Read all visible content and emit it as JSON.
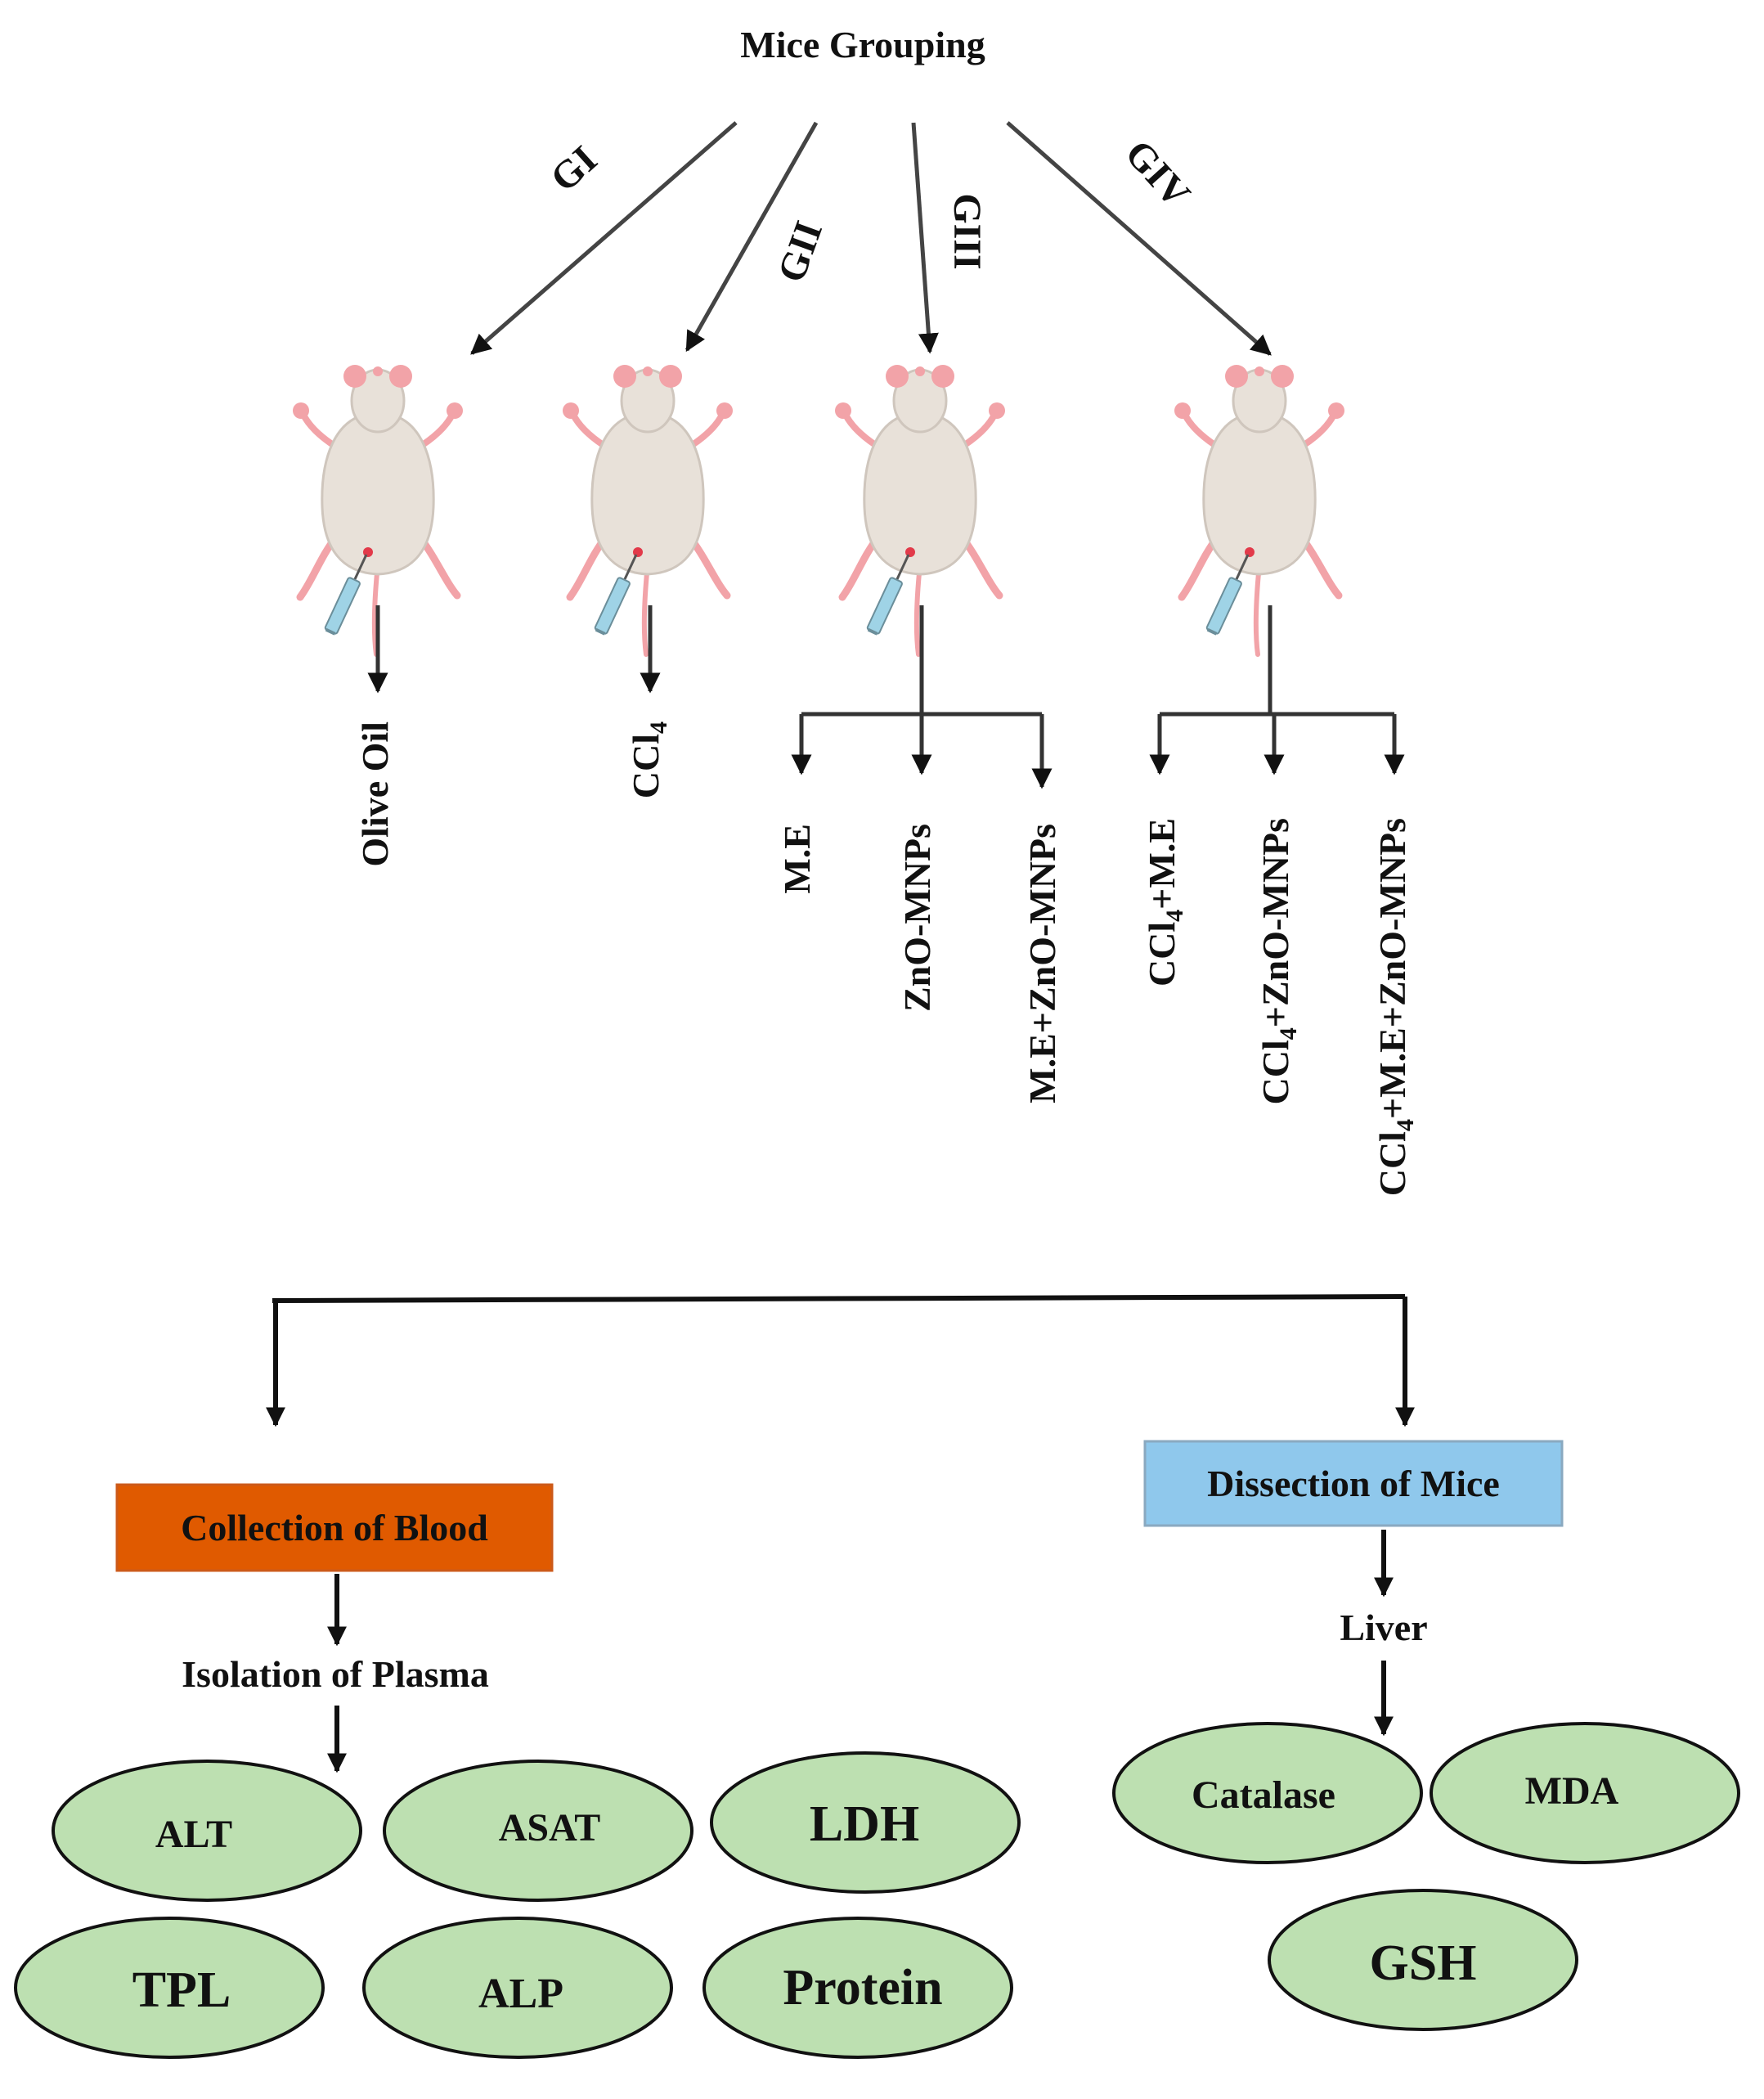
{
  "title": "Mice Grouping",
  "groups": [
    "GI",
    "GII",
    "GIII",
    "GIV"
  ],
  "treatments": {
    "gi": "Olive Oil",
    "gii": {
      "base": "CCl",
      "sub": "4"
    },
    "giii": [
      "M.E",
      "ZnO-MNPs",
      "M.E+ZnO-MNPs"
    ],
    "giv": [
      {
        "pre": "CCl",
        "sub": "4",
        "post": "+M.E"
      },
      {
        "pre": "CCl",
        "sub": "4",
        "post": "+ZnO-MNPs"
      },
      {
        "pre": "CCl",
        "sub": "4",
        "post": "+M.E+ZnO-MNPs"
      }
    ]
  },
  "blood_branch": {
    "box": "Collection of Blood",
    "step": "Isolation of Plasma",
    "tests": [
      "ALT",
      "ASAT",
      "LDH",
      "TPL",
      "ALP",
      "Protein"
    ]
  },
  "liver_branch": {
    "box": "Dissection of Mice",
    "step": "Liver",
    "tests": [
      "Catalase",
      "MDA",
      "GSH"
    ]
  },
  "colors": {
    "blood_box": "#e05a00",
    "dissection_box": "#8fc8ec",
    "ellipse_fill": "#bde0b1",
    "ellipse_stroke": "#111111",
    "mouse_body": "#e8e1d9",
    "mouse_pink": "#f2a3a8",
    "syringe": "#9fd3e6"
  },
  "icons": [
    "mouse-icon",
    "syringe-icon",
    "arrow-icon"
  ]
}
